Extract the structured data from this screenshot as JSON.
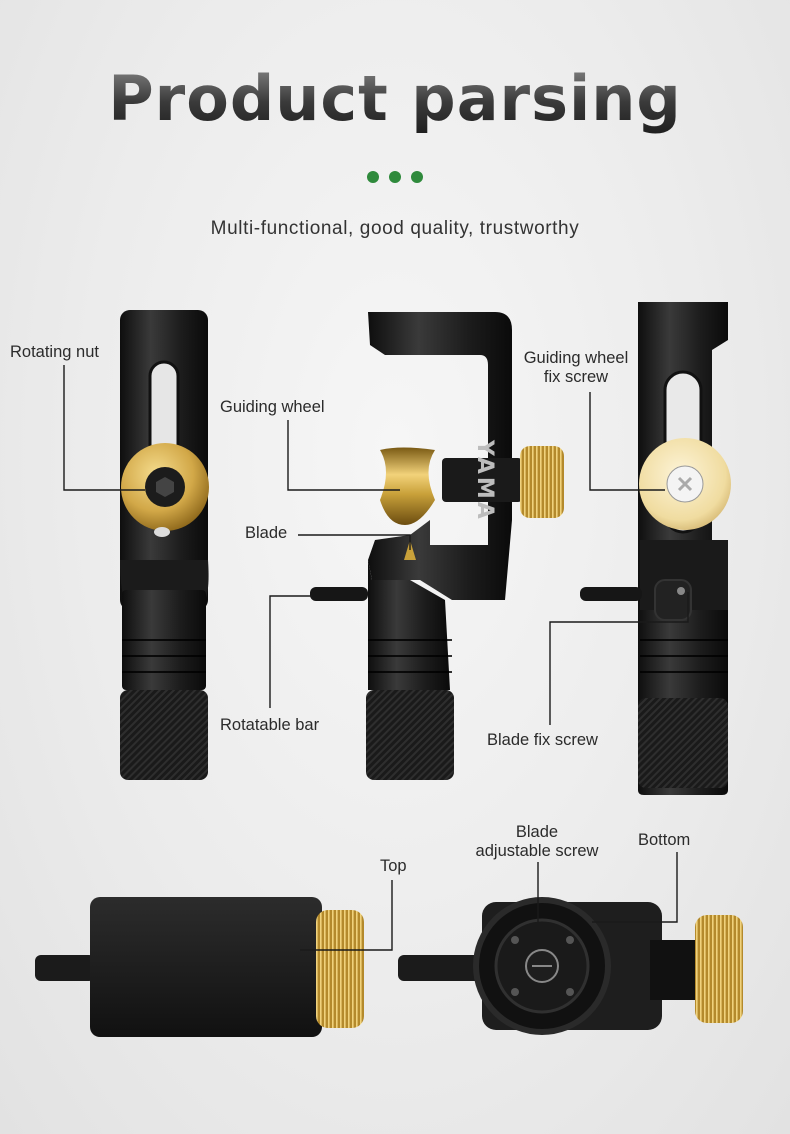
{
  "header": {
    "title": "Product parsing",
    "subtitle": "Multi-functional, good quality, trustworthy"
  },
  "brand": {
    "logo_text": "YAMA"
  },
  "colors": {
    "accent_dots": "#2f8a3c",
    "brass": "#c9a13a",
    "body": "#1e1e1e"
  },
  "callouts": {
    "rotating_nut": "Rotating nut",
    "guiding_wheel": "Guiding wheel",
    "blade": "Blade",
    "rotatable_bar": "Rotatable bar",
    "guiding_wheel_fix_screw_line1": "Guiding wheel",
    "guiding_wheel_fix_screw_line2": "fix screw",
    "blade_fix_screw": "Blade fix screw",
    "top": "Top",
    "blade_adjustable_screw_line1": "Blade",
    "blade_adjustable_screw_line2": "adjustable screw",
    "bottom": "Bottom"
  }
}
